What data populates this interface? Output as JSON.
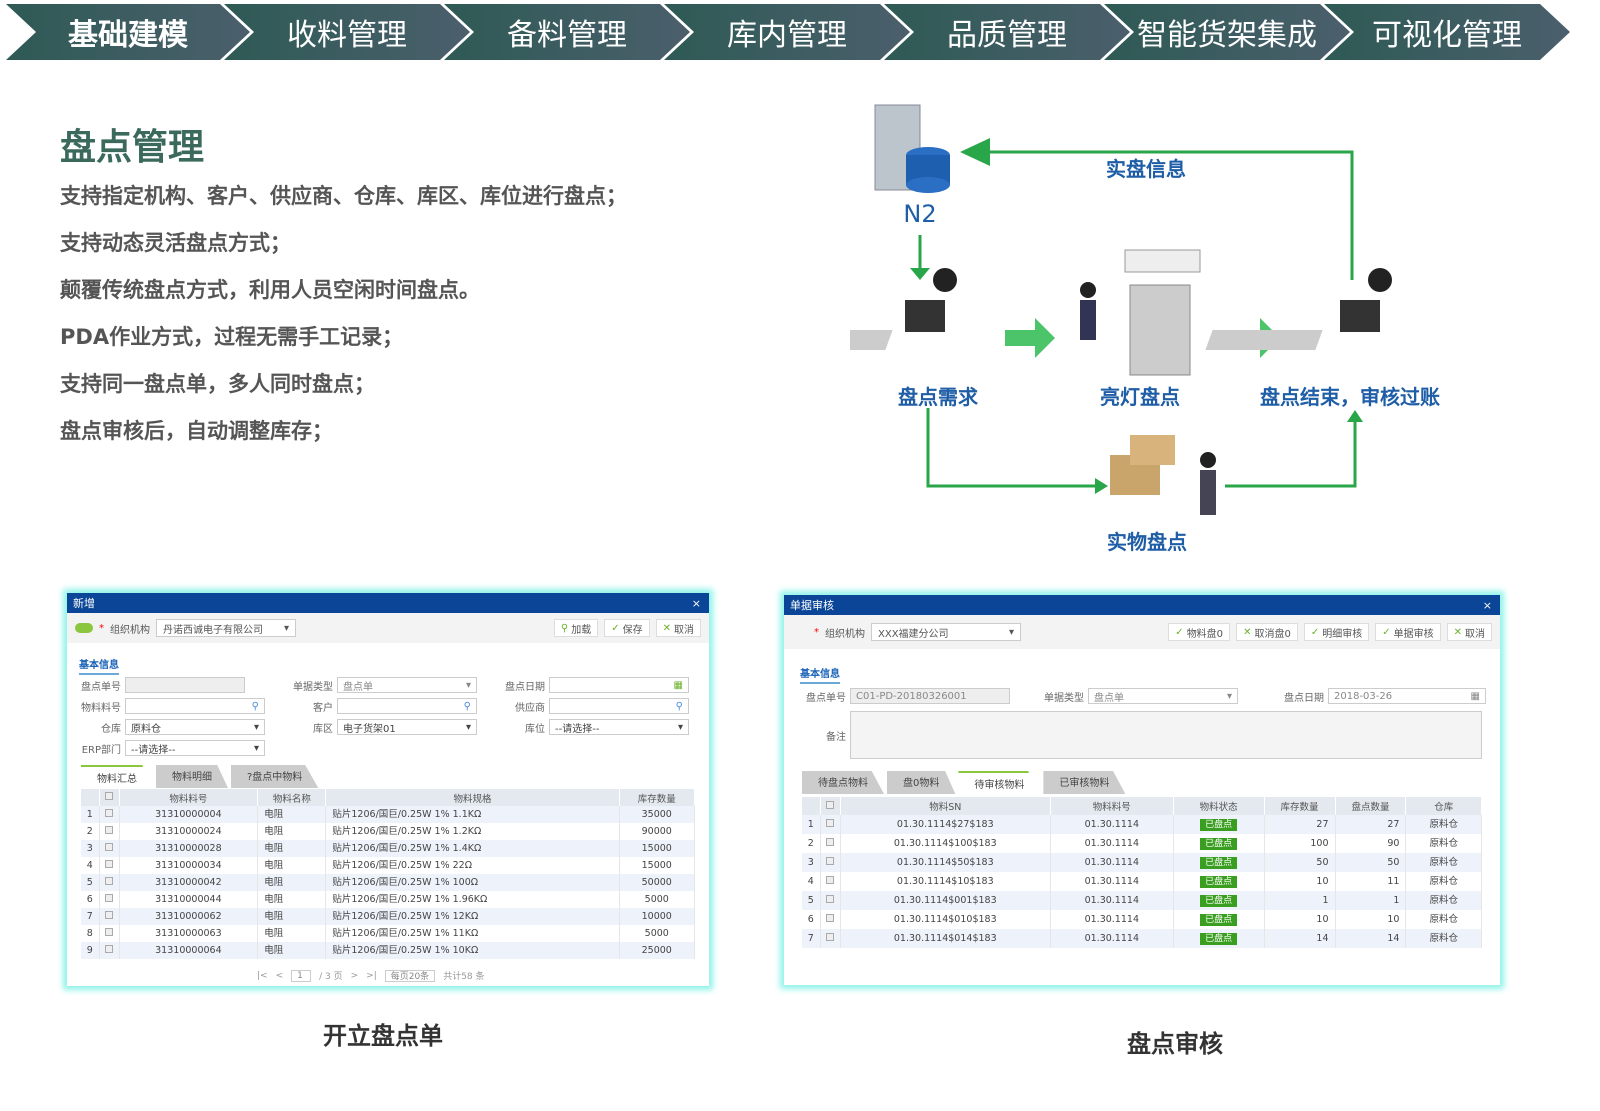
{
  "nav": [
    "基础建模",
    "收料管理",
    "备料管理",
    "库内管理",
    "品质管理",
    "智能货架集成",
    "可视化管理"
  ],
  "title": "盘点管理",
  "bullets": [
    "支持指定机构、客户、供应商、仓库、库区、库位进行盘点；",
    "支持动态灵活盘点方式；",
    "颠覆传统盘点方式，利用人员空闲时间盘点。",
    "PDA作业方式，过程无需手工记录；",
    "支持同一盘点单，多人同时盘点；",
    "盘点审核后，自动调整库存；"
  ],
  "diagram": {
    "server": "N2",
    "feedback": "实盘信息",
    "n1": "盘点需求",
    "n2": "亮灯盘点",
    "n3": "盘点结束，审核过账",
    "n4": "实物盘点"
  },
  "left": {
    "title": "新增",
    "close": "×",
    "org_label": "组织机构",
    "org": "丹诺西诚电子有限公司",
    "buttons": [
      "加载",
      "保存",
      "取消"
    ],
    "section": "基本信息",
    "f": {
      "no": "盘点单号",
      "type": "单据类型",
      "type_v": "盘点单",
      "date": "盘点日期",
      "mat": "物料料号",
      "cust": "客户",
      "sup": "供应商",
      "wh": "仓库",
      "wh_v": "原料仓",
      "area": "库区",
      "area_v": "电子货架01",
      "loc": "库位",
      "loc_v": "--请选择--",
      "erp": "ERP部门",
      "erp_v": "--请选择--"
    },
    "tabs": [
      "物料汇总",
      "物料明细",
      "?盘点中物料"
    ],
    "cols": [
      "",
      "物料料号",
      "物料名称",
      "物料规格",
      "库存数量"
    ],
    "rows": [
      [
        "31310000004",
        "电阻",
        "贴片1206/国巨/0.25W 1% 1.1KΩ",
        "35000"
      ],
      [
        "31310000024",
        "电阻",
        "贴片1206/国巨/0.25W 1% 1.2KΩ",
        "90000"
      ],
      [
        "31310000028",
        "电阻",
        "贴片1206/国巨/0.25W 1% 1.4KΩ",
        "15000"
      ],
      [
        "31310000034",
        "电阻",
        "贴片1206/国巨/0.25W 1% 22Ω",
        "15000"
      ],
      [
        "31310000042",
        "电阻",
        "贴片1206/国巨/0.25W 1% 100Ω",
        "50000"
      ],
      [
        "31310000044",
        "电阻",
        "贴片1206/国巨/0.25W 1% 1.96KΩ",
        "5000"
      ],
      [
        "31310000062",
        "电阻",
        "贴片1206/国巨/0.25W 1% 12KΩ",
        "10000"
      ],
      [
        "31310000063",
        "电阻",
        "贴片1206/国巨/0.25W 1% 11KΩ",
        "5000"
      ],
      [
        "31310000064",
        "电阻",
        "贴片1206/国巨/0.25W 1% 10KΩ",
        "25000"
      ]
    ],
    "pager": {
      "page": "1",
      "total_pages": "/ 3 页",
      "per_page": "每页20条",
      "total": "共计58 条"
    }
  },
  "right": {
    "title": "单据审核",
    "close": "×",
    "org_label": "组织机构",
    "org": "XXX福建分公司",
    "buttons": [
      "物料盘0",
      "取消盘0",
      "明细审核",
      "单据审核",
      "取消"
    ],
    "section": "基本信息",
    "f": {
      "no": "盘点单号",
      "no_v": "C01-PD-20180326001",
      "type": "单据类型",
      "type_v": "盘点单",
      "date": "盘点日期",
      "date_v": "2018-03-26",
      "note": "备注"
    },
    "tabs": [
      "待盘点物料",
      "盘0物料",
      "待审核物料",
      "已审核物料"
    ],
    "cols": [
      "",
      "物料SN",
      "物料料号",
      "物料状态",
      "库存数量",
      "盘点数量",
      "仓库"
    ],
    "rows": [
      [
        "01.30.1114$27$183",
        "01.30.1114",
        "已盘点",
        "27",
        "27",
        "原料仓"
      ],
      [
        "01.30.1114$100$183",
        "01.30.1114",
        "已盘点",
        "100",
        "90",
        "原料仓"
      ],
      [
        "01.30.1114$50$183",
        "01.30.1114",
        "已盘点",
        "50",
        "50",
        "原料仓"
      ],
      [
        "01.30.1114$10$183",
        "01.30.1114",
        "已盘点",
        "10",
        "11",
        "原料仓"
      ],
      [
        "01.30.1114$001$183",
        "01.30.1114",
        "已盘点",
        "1",
        "1",
        "原料仓"
      ],
      [
        "01.30.1114$010$183",
        "01.30.1114",
        "已盘点",
        "10",
        "10",
        "原料仓"
      ],
      [
        "01.30.1114$014$183",
        "01.30.1114",
        "已盘点",
        "14",
        "14",
        "原料仓"
      ]
    ]
  },
  "captions": [
    "开立盘点单",
    "盘点审核"
  ]
}
